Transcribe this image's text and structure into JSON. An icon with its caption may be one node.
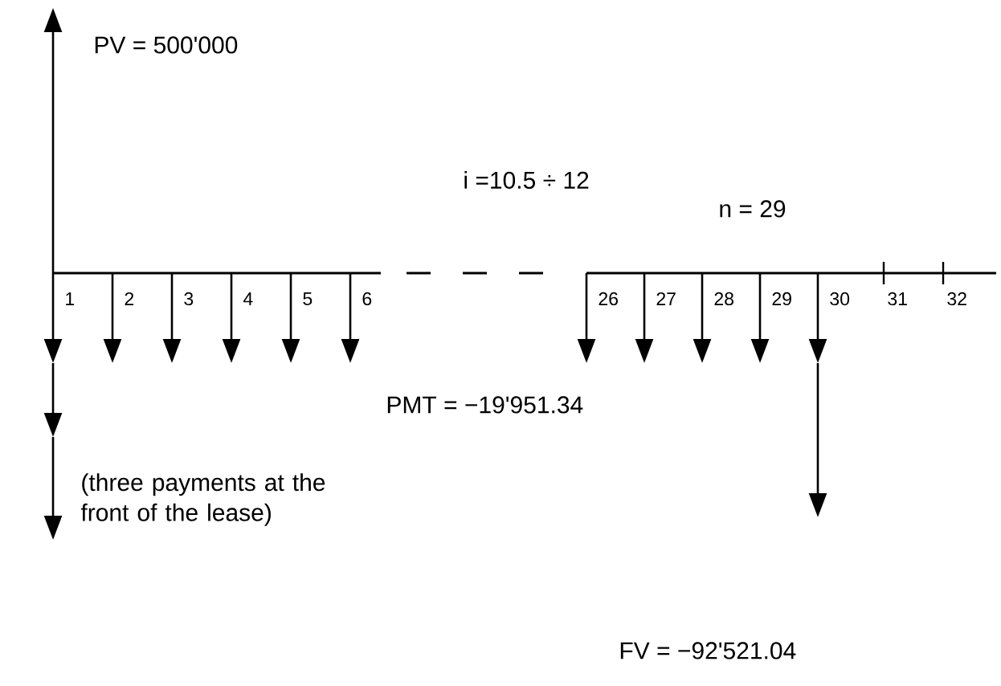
{
  "diagram": {
    "labels": [
      "PV = 500'000",
      "i =10.5 ÷ 12",
      "n = 29",
      "1",
      "2",
      "3",
      "4",
      "5",
      "6",
      "26",
      "27",
      "28",
      "29",
      "30",
      "31",
      "32",
      "PMT = −19'951.34",
      "(three payments at the front of the lease)",
      "FV = −92'521.04"
    ]
  }
}
